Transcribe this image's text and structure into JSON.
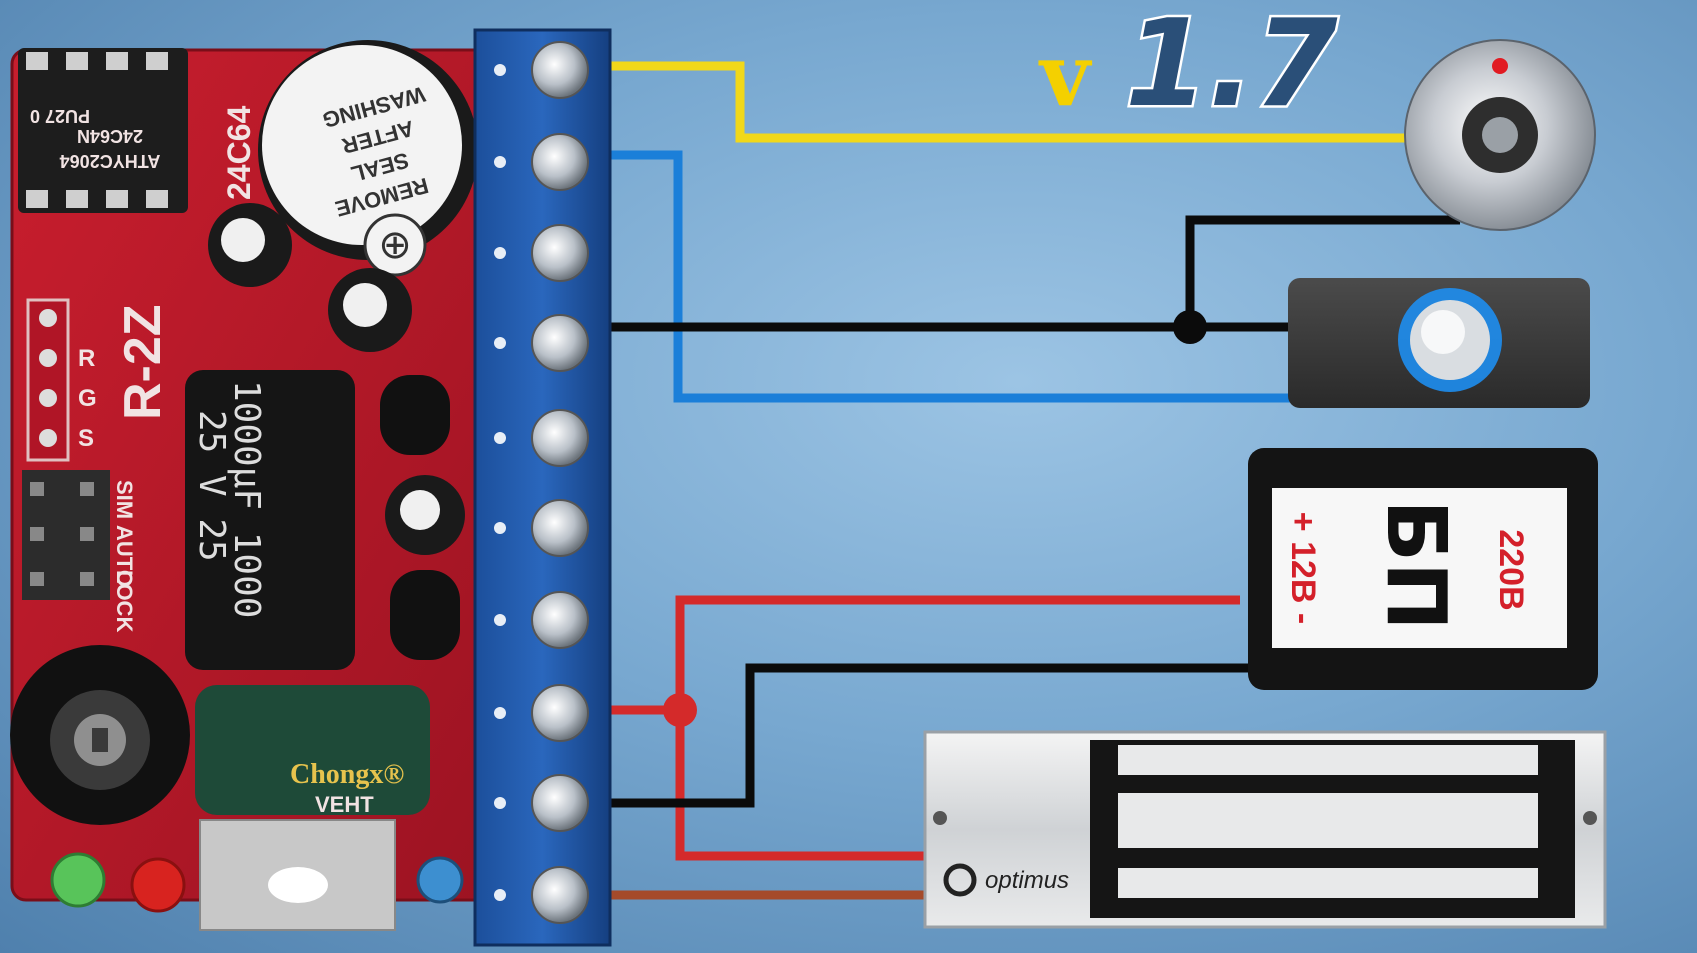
{
  "version": {
    "prefix": "v",
    "number": "1.7"
  },
  "controller": {
    "model": "R-2Z",
    "eeprom": "24C64",
    "chip_line1": "ATHYC2064",
    "chip_line2": "24C64N",
    "chip_line3": "PU27 0",
    "header_pins": [
      "R",
      "G",
      "S"
    ],
    "jumpers": [
      "SIM",
      "AUTO",
      "LOCK"
    ],
    "buzzer_text": [
      "REMOVE",
      "SEAL",
      "AFTER",
      "WASHING"
    ],
    "capacitor_main": {
      "value": "1000μF 1000",
      "voltage": "25 V 25"
    },
    "capacitor_brand": "Chongx®",
    "capacitor_series": "VEHT"
  },
  "devices": {
    "psu": {
      "label": "БП",
      "output": "+ 12В -",
      "input": "220В"
    },
    "lock": {
      "brand": "optimus"
    }
  },
  "wires": {
    "colors": {
      "yellow": "#f1d81a",
      "blue": "#1b7fd9",
      "black": "#0b0b0b",
      "red": "#d42a2a",
      "brown": "#a54a2a"
    }
  }
}
